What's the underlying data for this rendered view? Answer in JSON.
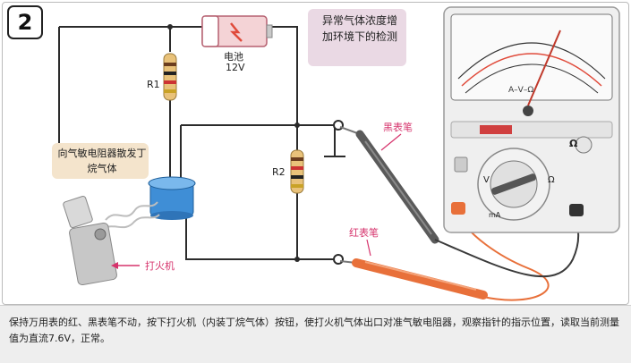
{
  "step_number": "2",
  "note": "异常气体浓度增加环境下的检测",
  "callout": "向气敏电阻器散发丁烷气体",
  "battery": {
    "name": "电池",
    "voltage": "12V"
  },
  "resistors": {
    "r1": "R1",
    "r2": "R2"
  },
  "probes": {
    "black": "黑表笔",
    "red": "红表笔"
  },
  "lighter_label": "打火机",
  "meter": {
    "ohm_symbol": "Ω",
    "ohm_unit": "Ω",
    "scale_mid": "A–V–Ω",
    "knob_v": "V",
    "knob_ma": "mA"
  },
  "caption": "保持万用表的红、黑表笔不动，按下打火机（内装丁烷气体）按钮，使打火机气体出口对准气敏电阻器，观察指针的指示位置，读取当前测量值为直流7.6V，正常。",
  "colors": {
    "wire": "#2b2b2b",
    "red_probe": "#e8703a",
    "black_probe": "#3a3a3a",
    "note_bg": "#ead9e4",
    "callout_bg": "#f4e4cc",
    "accent_pink": "#d6336c"
  }
}
